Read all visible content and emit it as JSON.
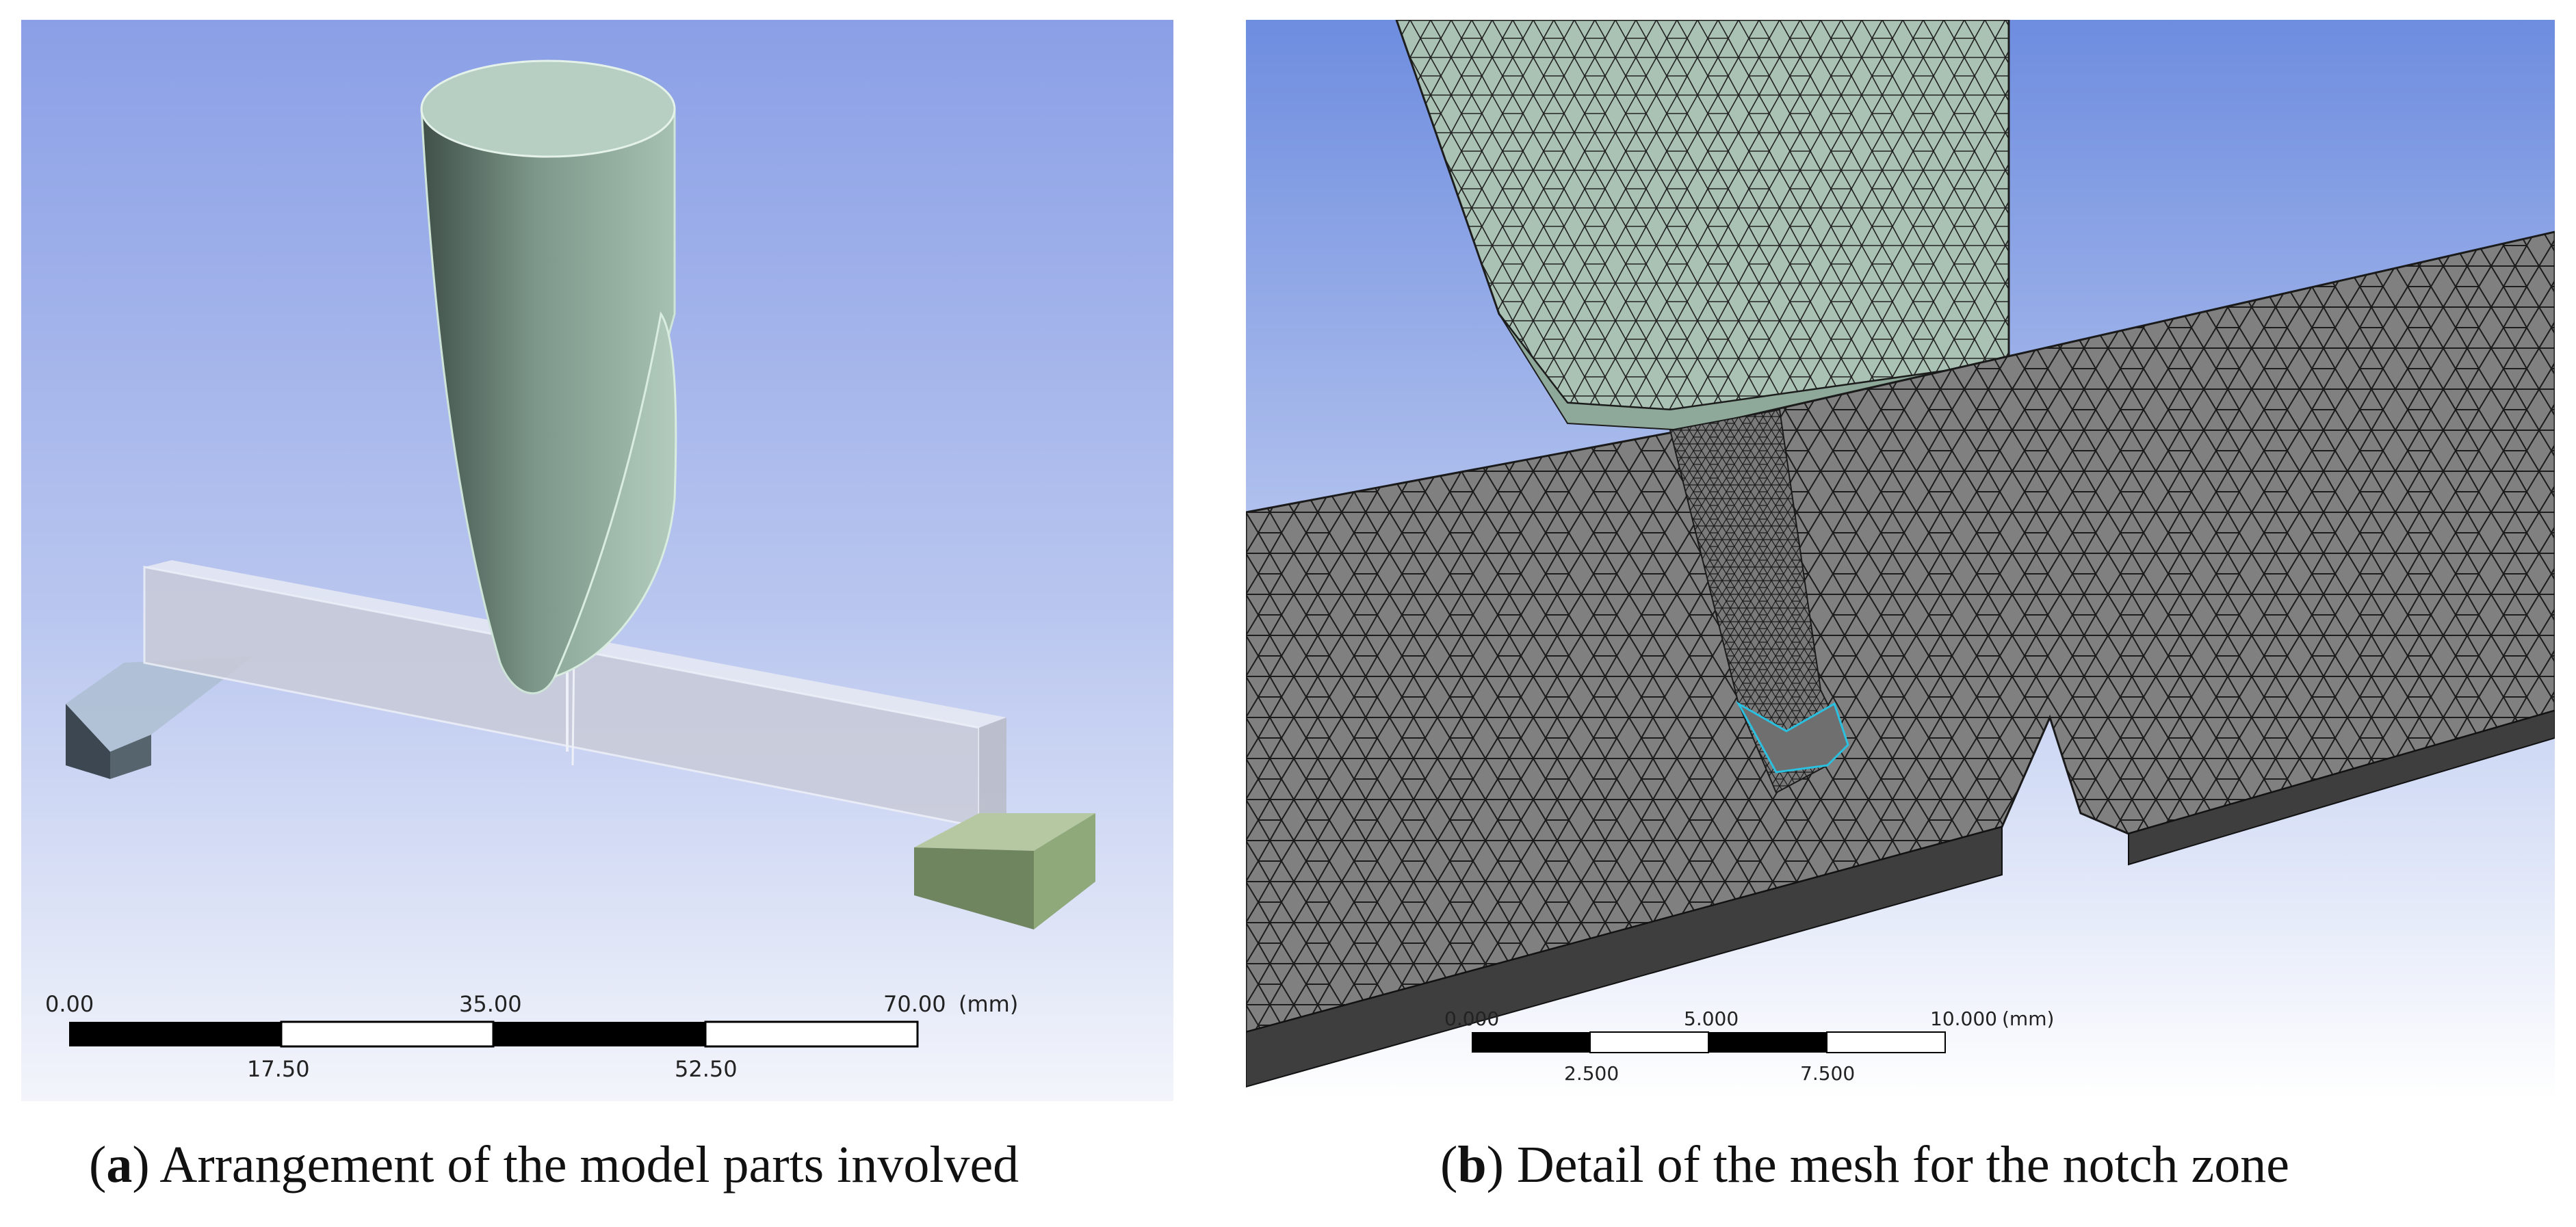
{
  "panel_a": {
    "scale": {
      "top_labels": [
        "0.00",
        "35.00",
        "70.00"
      ],
      "unit": "(mm)",
      "bottom_labels": [
        "17.50",
        "52.50"
      ]
    },
    "caption": {
      "prefix_open": "(",
      "letter": "a",
      "text": ") Arrangement of the model parts involved"
    }
  },
  "panel_b": {
    "scale": {
      "top_labels": [
        "0.000",
        "5.000",
        "10.000"
      ],
      "unit": "(mm)",
      "bottom_labels": [
        "2.500",
        "7.500"
      ]
    },
    "caption": {
      "prefix_open": "(",
      "letter": "b",
      "text": ") Detail of the mesh for the notch zone"
    }
  },
  "colors": {
    "bg_top_a": "#8a9fe6",
    "bg_bottom_a": "#f2f4fb",
    "bg_top_b": "#6f8ee0",
    "bg_bottom_b": "#ffffff",
    "striker": "#9fb9aa",
    "mesh_face": "#7f7f7f",
    "support_green": "#8fa97a"
  }
}
